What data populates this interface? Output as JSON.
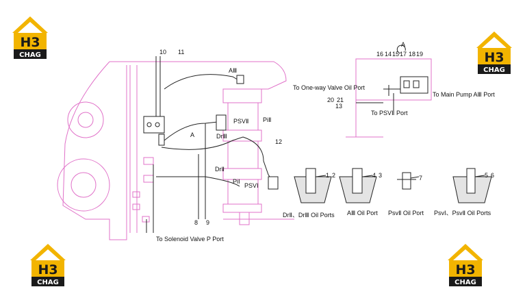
{
  "logo": {
    "mark": "H3",
    "word": "CHAG",
    "color": "#f2b400",
    "dark": "#1a1a1a"
  },
  "colors": {
    "outline": "#e070c8",
    "line": "#222222"
  },
  "labels": {
    "one_way": "To One-way Valve Oil Port",
    "main_pump": "To Main Pump AⅢ Port",
    "psv2_port": "To PSVⅡ Port",
    "solenoid": "To Solenoid Valve P Port",
    "a3": "AⅢ",
    "psv2": "PSVⅡ",
    "pi2": "PiⅡ",
    "dr3": "DrⅢ",
    "dr2": "DrⅡ",
    "pi1": "PiⅠ",
    "psv1": "PSVⅠ",
    "a_mid": "A",
    "a_top": "A"
  },
  "numbers": {
    "n10": "10",
    "n11": "11",
    "n12": "12",
    "n8": "8",
    "n9": "9",
    "n16": "16",
    "n14": "14",
    "n15": "15",
    "n17": "17",
    "n18": "18",
    "n19": "19",
    "n20": "20",
    "n21": "21",
    "n13": "13",
    "n1": "1",
    "n2": "2",
    "n4": "4",
    "n3": "3",
    "n7": "7",
    "n5": "5",
    "n6": "6"
  },
  "captions": {
    "dr_ports": "DrⅡ、DrⅢ Oil Ports",
    "a3_port": "AⅢ Oil Port",
    "psv2_oil": "PsvⅡ Oil Port",
    "psv12_oil": "PsvⅠ、PsvⅡ Oil Ports"
  }
}
